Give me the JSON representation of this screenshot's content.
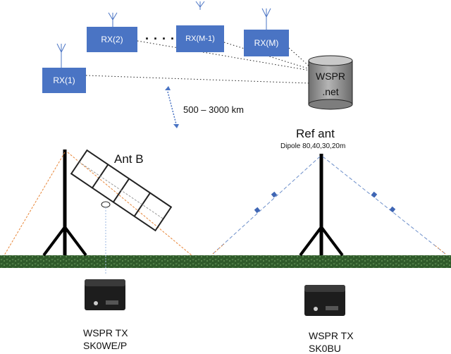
{
  "receivers": [
    {
      "label": "RX(1)"
    },
    {
      "label": "RX(2)"
    },
    {
      "label": "RX(M-1)"
    },
    {
      "label": "RX(M)"
    }
  ],
  "ellipsis": ". . . .",
  "server": {
    "line1": "WSPR",
    "line2": ".net"
  },
  "distance_label": "500 – 3000 km",
  "antennas": {
    "ant_b": {
      "label": "Ant B"
    },
    "ref": {
      "label": "Ref ant",
      "sublabel": "Dipole 80,40,30,20m"
    }
  },
  "transmitters": [
    {
      "title": "WSPR TX",
      "callsign": "SK0WE/P"
    },
    {
      "title": "WSPR TX",
      "callsign": "SK0BU"
    }
  ],
  "colors": {
    "rx_box": "#4a74c4",
    "ground": "#2f5a2a",
    "guy_wire": "#e8873a",
    "dipole": "#6d8fca",
    "server": "#8e8e8e"
  }
}
